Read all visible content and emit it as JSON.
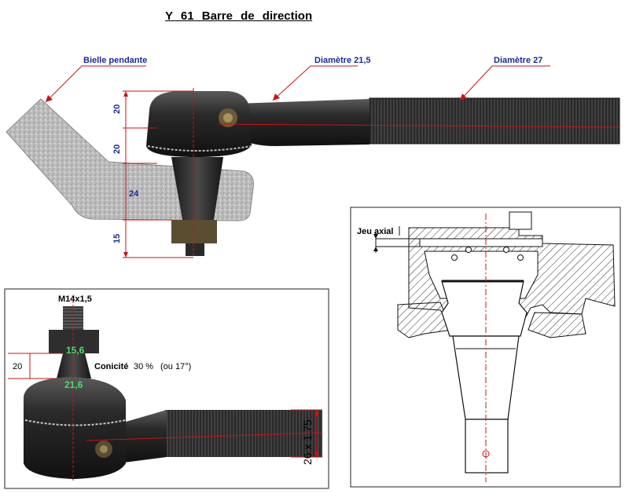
{
  "title": "Y 61   Barre  de  direction",
  "top_view": {
    "labels": {
      "bielle_pendante": "Bielle pendante",
      "diametre_1": "Diamètre 21,5",
      "diametre_2": "Diamètre 27"
    },
    "dimensions": [
      "20",
      "20",
      "24",
      "15"
    ]
  },
  "photo_view": {
    "thread": "M14x1,5",
    "dim_height": "20",
    "dim_top_dia": "15,6",
    "dim_bottom_dia": "21,6",
    "conicite_label": "Conicité",
    "conicite_value": "30 %",
    "conicite_angle": "(ou 17°)",
    "tube_thread": "26 x 1.75"
  },
  "section_view": {
    "jeu_axial": "Jeu axial"
  },
  "colors": {
    "leader_red": "#cc1111",
    "label_blue": "#1a2a9a",
    "dim_green": "#4ddb6a",
    "part_dark": "#1e1e1e"
  }
}
